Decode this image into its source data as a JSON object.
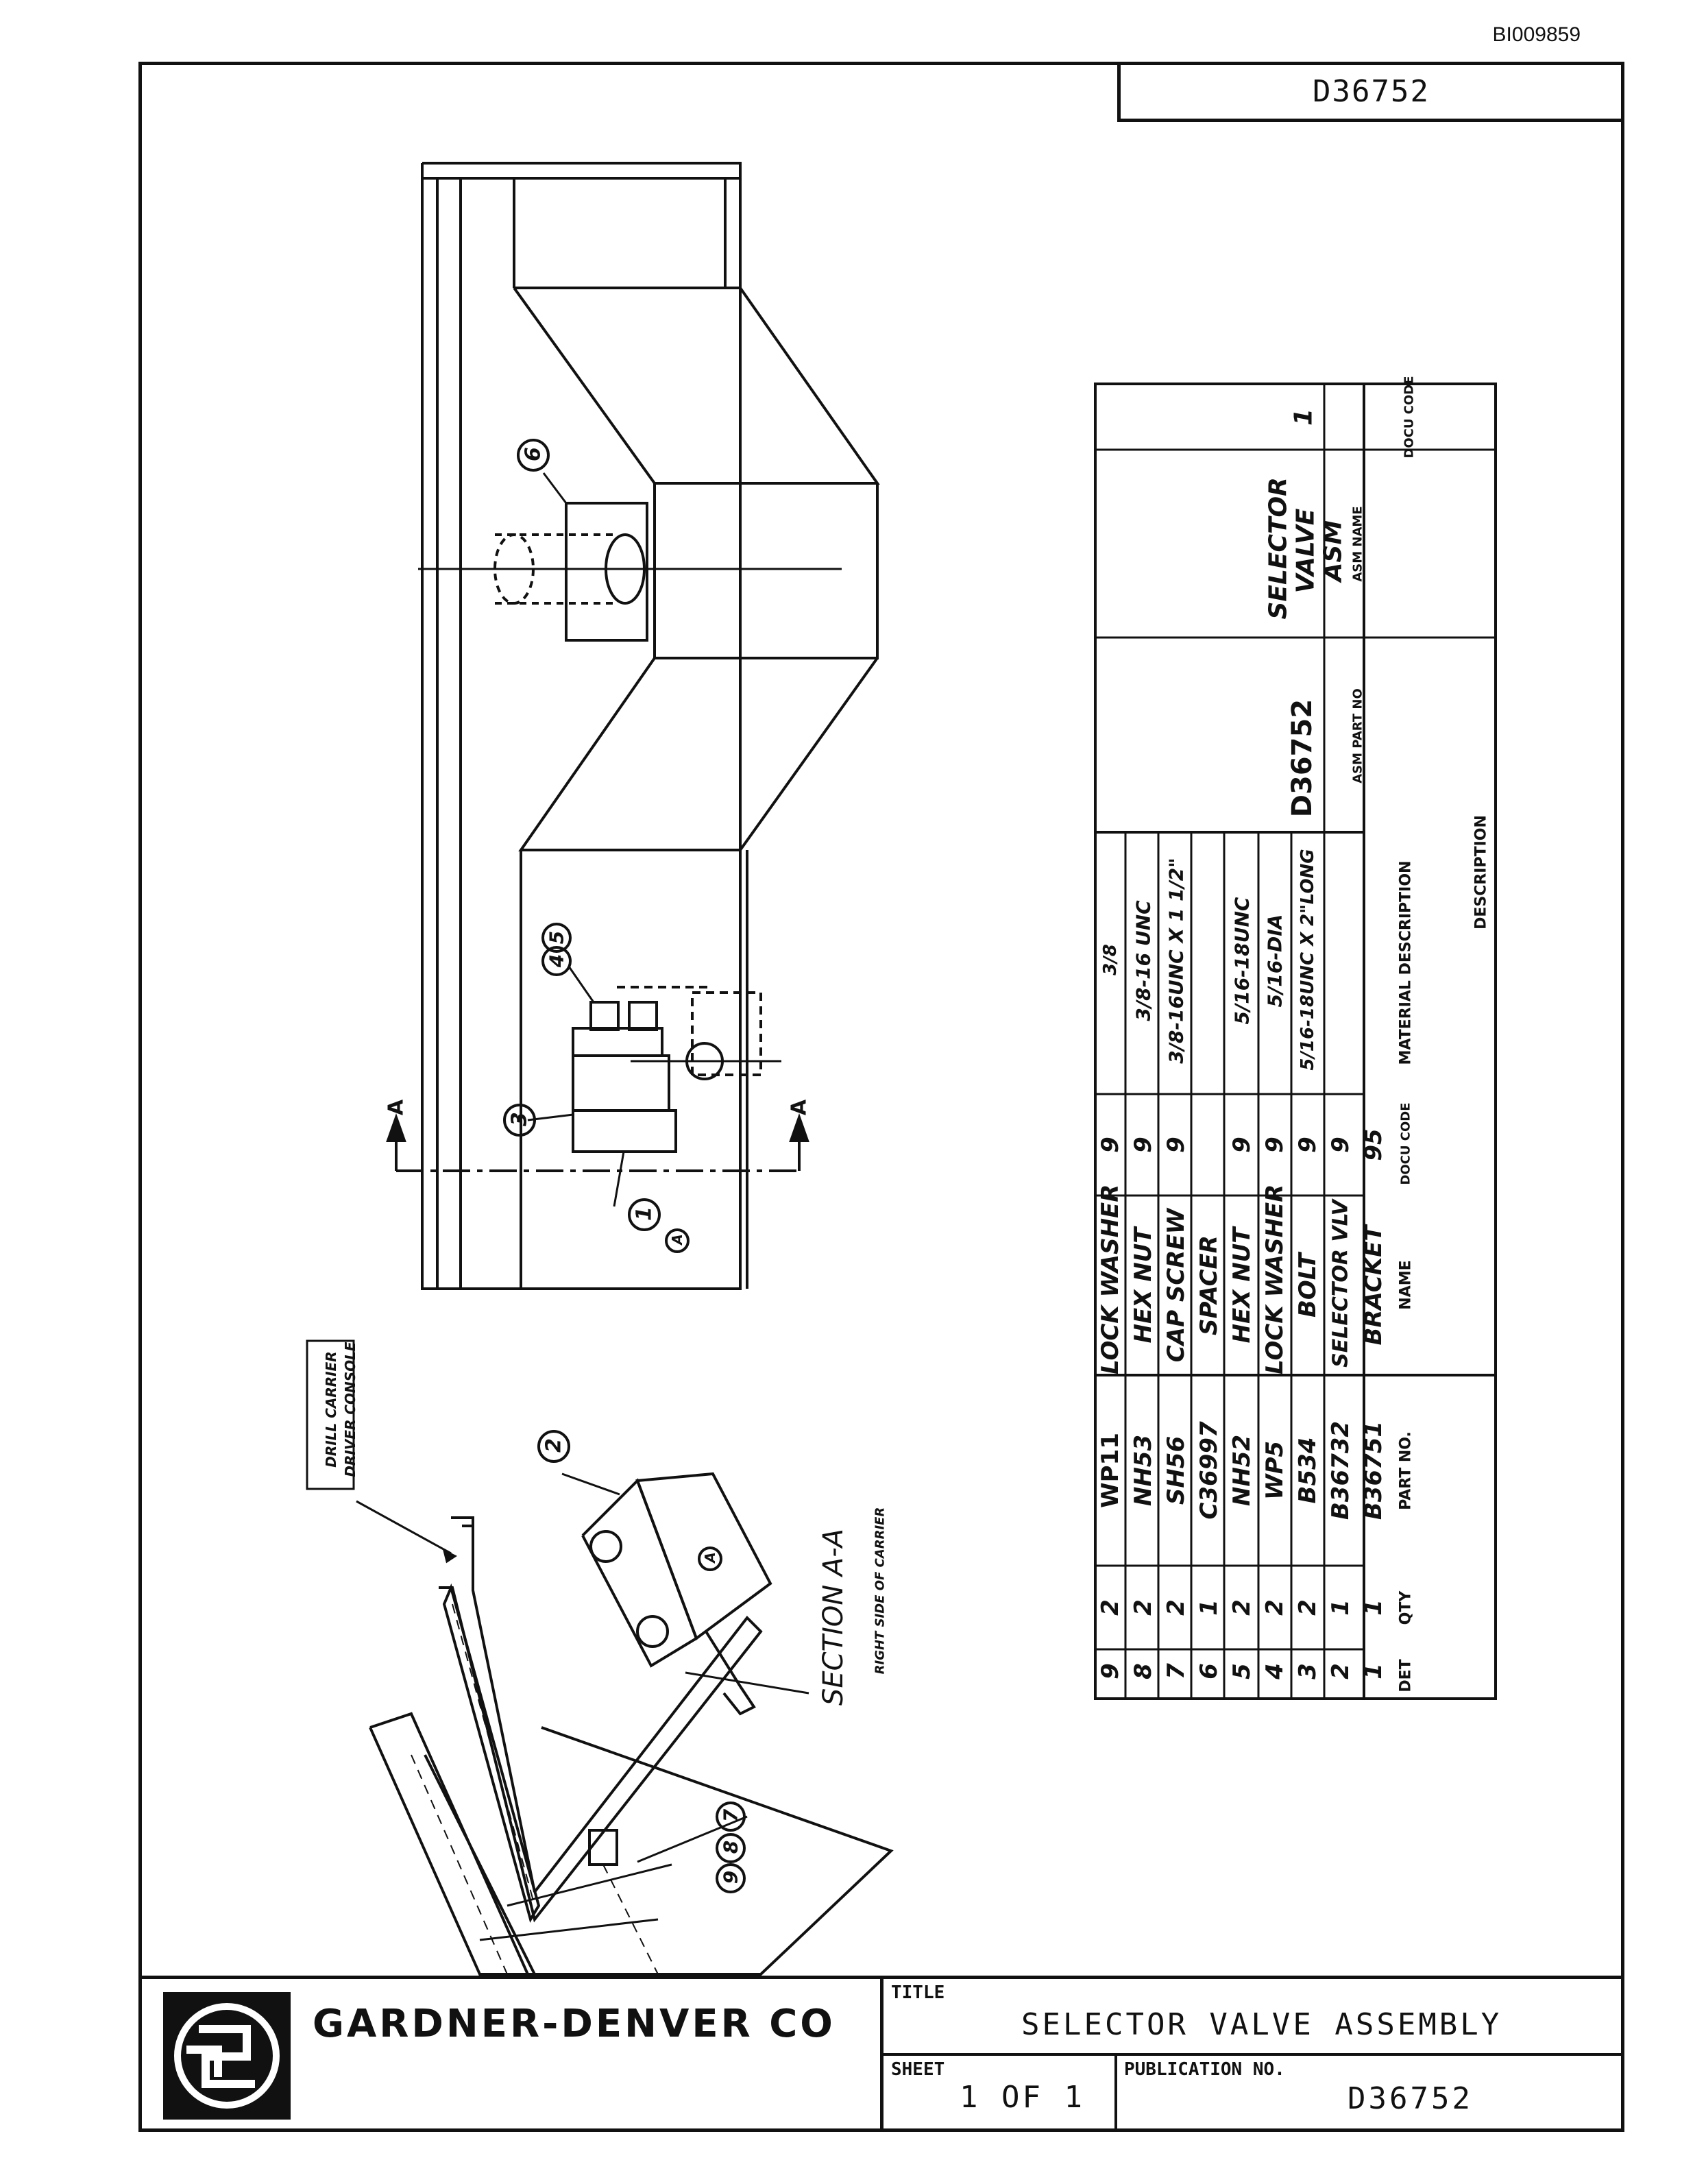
{
  "doc_ref": "BI009859",
  "drawing_number": "D36752",
  "company": "GARDNER-DENVER CO",
  "title_block": {
    "title_label": "TITLE",
    "title": "SELECTOR VALVE ASSEMBLY",
    "sheet_label": "SHEET",
    "sheet": "1 OF 1",
    "publication_label": "PUBLICATION  NO.",
    "publication": "D36752"
  },
  "callouts": [
    "6",
    "4",
    "5",
    "3",
    "1",
    "A",
    "2",
    "A",
    "7",
    "8",
    "9"
  ],
  "section_marks": [
    "A",
    "A"
  ],
  "notes": {
    "carrier_label_1": "DRILL CARRIER",
    "carrier_label_2": "DRIVER CONSOLE",
    "section_title": "SECTION A-A",
    "section_sub": "RIGHT SIDE OF CARRIER"
  },
  "parts_table": {
    "headers": [
      "DET",
      "QTY",
      "PART NO.",
      "NAME",
      "DOCU CODE",
      "MATERIAL DESCRIPTION"
    ],
    "group_label": "DESCRIPTION",
    "rows": [
      {
        "det": "9",
        "qty": "2",
        "part": "WP11",
        "name": "LOCK WASHER",
        "code": "9",
        "material": "3/8"
      },
      {
        "det": "8",
        "qty": "2",
        "part": "NH53",
        "name": "HEX NUT",
        "code": "9",
        "material": "3/8-16 UNC"
      },
      {
        "det": "7",
        "qty": "2",
        "part": "SH56",
        "name": "CAP SCREW",
        "code": "9",
        "material": "3/8-16UNC X 1 1/2\""
      },
      {
        "det": "6",
        "qty": "1",
        "part": "C36997",
        "name": "SPACER",
        "code": "",
        "material": ""
      },
      {
        "det": "5",
        "qty": "2",
        "part": "NH52",
        "name": "HEX NUT",
        "code": "9",
        "material": "5/16-18UNC"
      },
      {
        "det": "4",
        "qty": "2",
        "part": "WP5",
        "name": "LOCK WASHER",
        "code": "9",
        "material": "5/16-DIA"
      },
      {
        "det": "3",
        "qty": "2",
        "part": "B534",
        "name": "BOLT",
        "code": "9",
        "material": "5/16-18UNC X 2\"LONG"
      },
      {
        "det": "2",
        "qty": "1",
        "part": "B36732",
        "name": "SELECTOR VLV",
        "code": "9",
        "material": ""
      },
      {
        "det": "1",
        "qty": "1",
        "part": "B36751",
        "name": "BRACKET",
        "code": "95",
        "material": ""
      }
    ],
    "asm_headers": [
      "ASM PART NO",
      "ASM NAME",
      "DOCU CODE"
    ],
    "asm": {
      "part_no": "D36752",
      "name_1": "SELECTOR",
      "name_2": "VALVE",
      "name_3": "ASM",
      "code": "1"
    }
  }
}
